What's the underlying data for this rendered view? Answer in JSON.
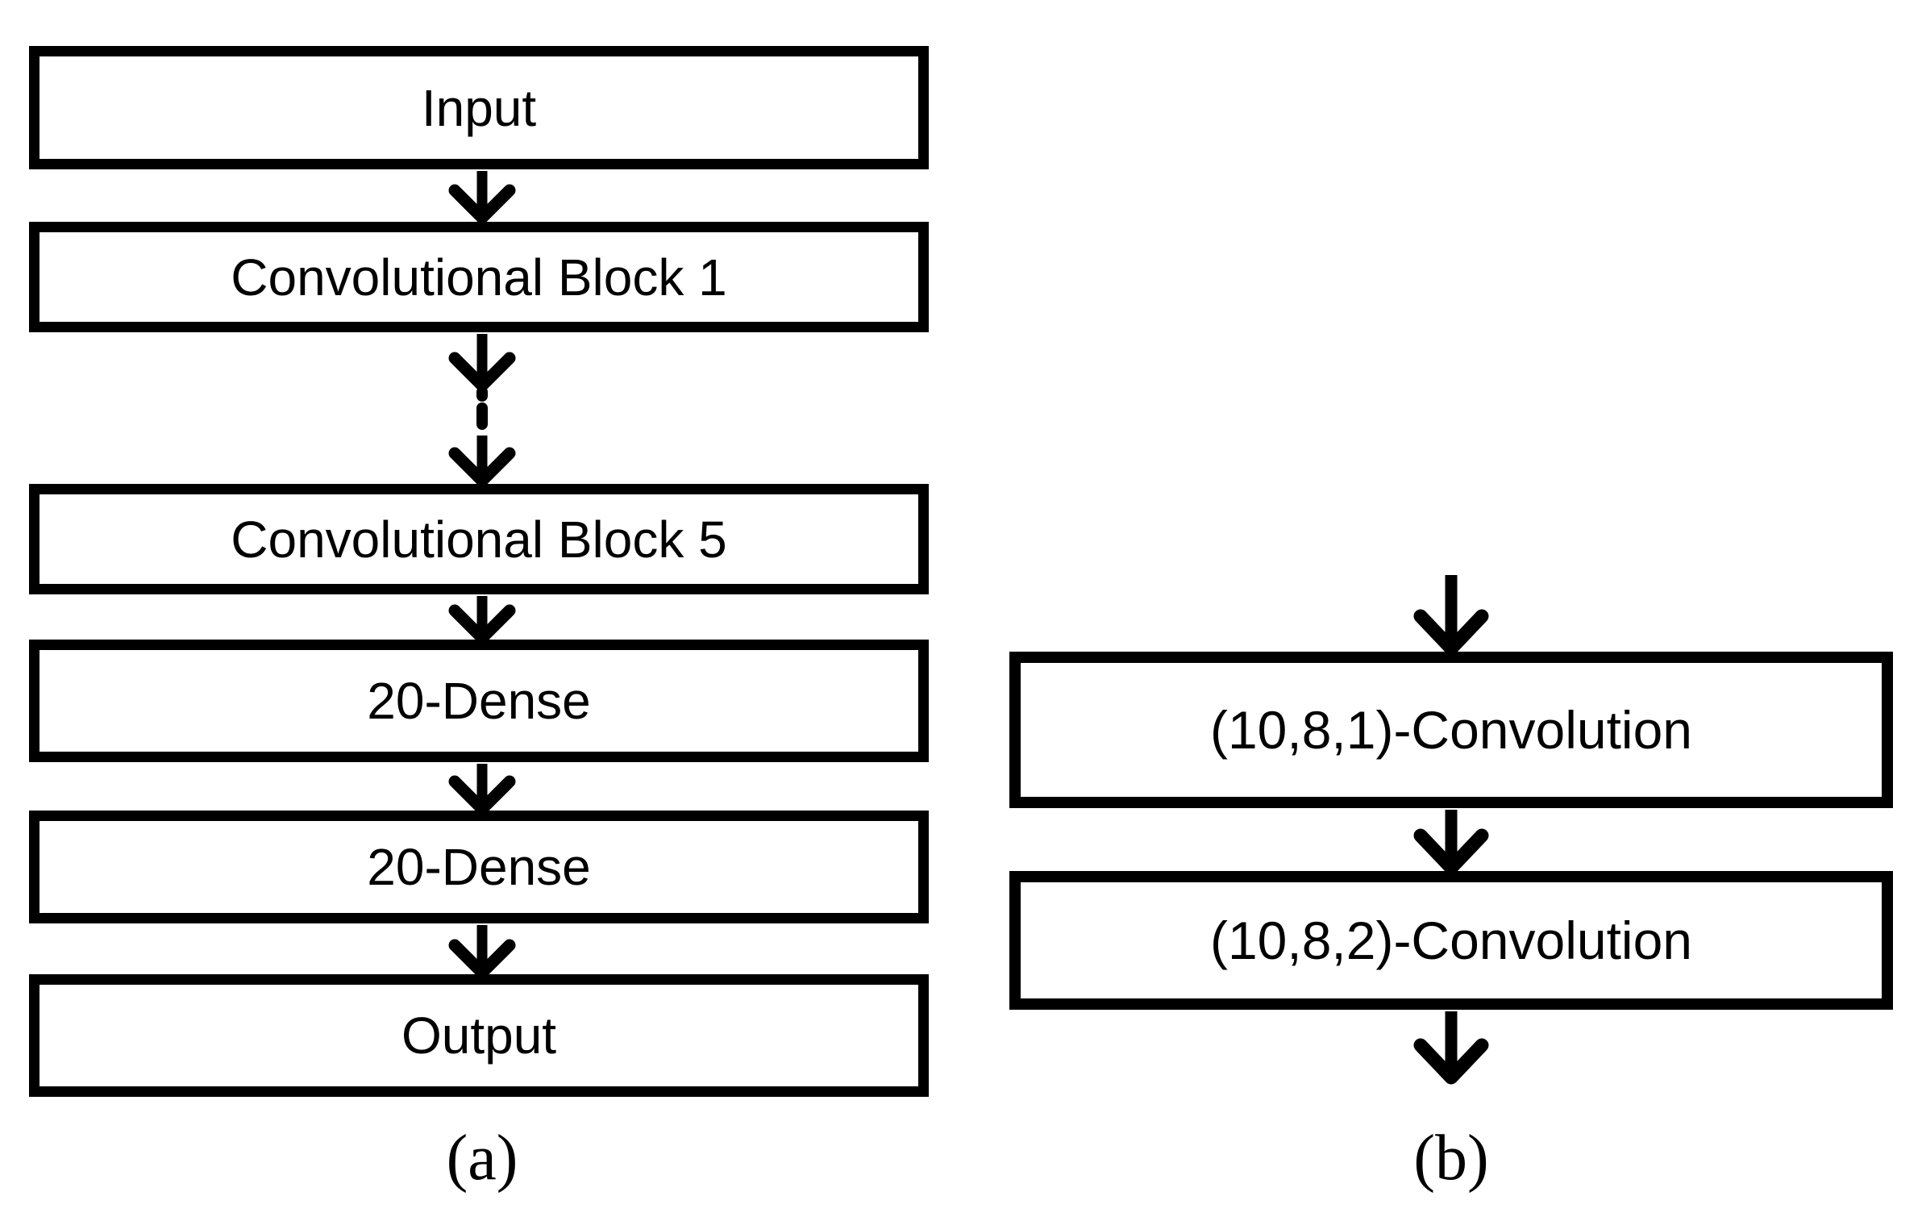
{
  "panel_a": {
    "label": "(a)",
    "boxes": {
      "input": "Input",
      "conv_block_1": "Convolutional Block 1",
      "conv_block_5": "Convolutional Block 5",
      "dense_1": "20-Dense",
      "dense_2": "20-Dense",
      "output": "Output"
    }
  },
  "panel_b": {
    "label": "(b)",
    "boxes": {
      "conv_10_8_1": "(10,8,1)-Convolution",
      "conv_10_8_2": "(10,8,2)-Convolution"
    }
  },
  "colors": {
    "line": "#000000",
    "box_fill": "#ffffff",
    "background": "#ffffff",
    "text": "#000000"
  }
}
